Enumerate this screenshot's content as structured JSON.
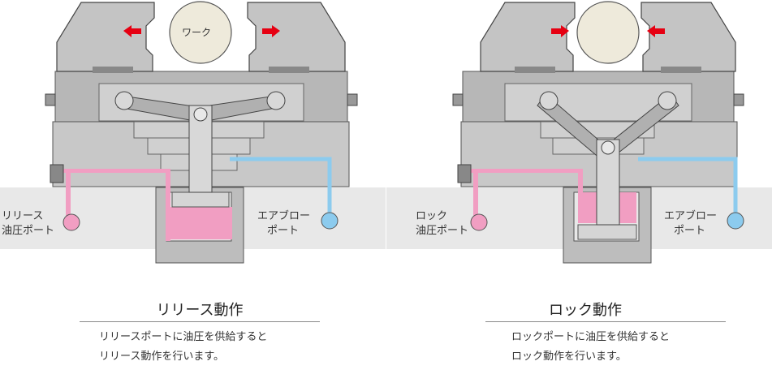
{
  "release": {
    "workpiece_label": "ワーク",
    "oil_port_label_line1": "リリース",
    "oil_port_label_line2": "油圧ポート",
    "air_port_label_line1": "エアブロー",
    "air_port_label_line2": "ポート",
    "title": "リリース動作",
    "description_line1": "リリースポートに油圧を供給すると",
    "description_line2": "リリース動作を行います。"
  },
  "lock": {
    "oil_port_label_line1": "ロック",
    "oil_port_label_line2": "油圧ポート",
    "air_port_label_line1": "エアブロー",
    "air_port_label_line2": "ポート",
    "title": "ロック動作",
    "description_line1": "ロックポートに油圧を供給すると",
    "description_line2": "ロック動作を行います。"
  },
  "colors": {
    "oil": "#f19ec2",
    "air": "#8ccbee",
    "arrow": "#e60012",
    "workpiece": "#eeeadb",
    "body_dark": "#a8a8a8",
    "body_light": "#d9d9d9",
    "base": "#e8e8e8"
  },
  "icons": {
    "open_arrow": "arrow-outward-icon",
    "close_arrow": "arrow-inward-icon",
    "port_marker": "port-circle-icon"
  }
}
